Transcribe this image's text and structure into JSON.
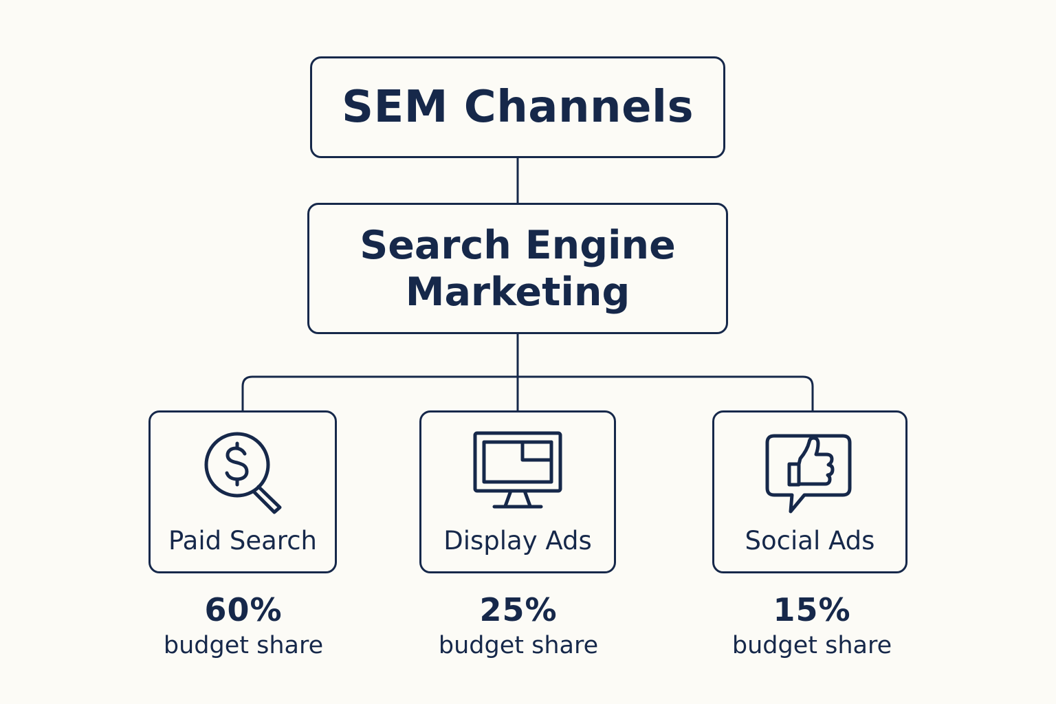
{
  "diagram": {
    "root": {
      "title": "SEM Channels"
    },
    "middle": {
      "title": "Search Engine Marketing"
    },
    "channels": [
      {
        "label": "Paid Search",
        "icon": "dollar-magnifier-icon",
        "share": "60%",
        "share_caption": "budget share"
      },
      {
        "label": "Display Ads",
        "icon": "monitor-icon",
        "share": "25%",
        "share_caption": "budget share"
      },
      {
        "label": "Social Ads",
        "icon": "thumbs-up-chat-icon",
        "share": "15%",
        "share_caption": "budget share"
      }
    ]
  },
  "colors": {
    "ink": "#16284a",
    "background": "#fcfbf6"
  }
}
